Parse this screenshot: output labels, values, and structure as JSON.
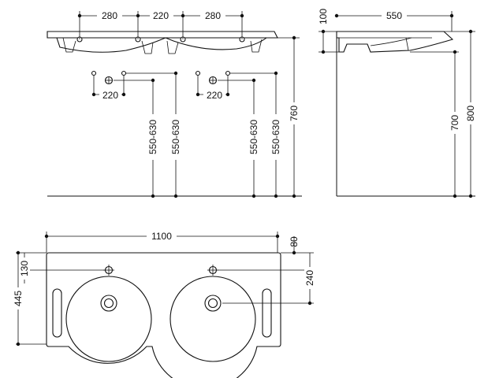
{
  "front_view": {
    "top_dims": [
      "280",
      "220",
      "280"
    ],
    "lower_dims": [
      "220",
      "220"
    ],
    "heights": [
      "550-630",
      "550-630",
      "550-630",
      "550-630"
    ],
    "total_height": "760"
  },
  "side_view": {
    "depth": "550",
    "thickness": "100",
    "height_700": "700",
    "height_800": "800"
  },
  "top_view": {
    "width": "1100",
    "right_offset": "80",
    "left_offset": "130",
    "depth": "445",
    "tap_to_drain": "240"
  }
}
